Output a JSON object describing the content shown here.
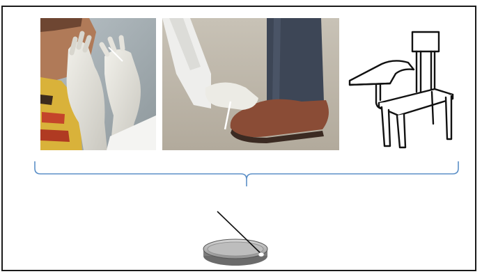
{
  "figure": {
    "panels": [
      {
        "id": "hand-swab",
        "icon": "gloved-hands-swab-photo"
      },
      {
        "id": "shoe-swab",
        "icon": "shoe-swab-photo"
      },
      {
        "id": "chair",
        "icon": "school-chair-drawing"
      }
    ],
    "connector": {
      "icon": "bracket",
      "color": "#5b8fc7"
    },
    "target": {
      "icon": "petri-dish-with-swab-icon"
    }
  }
}
